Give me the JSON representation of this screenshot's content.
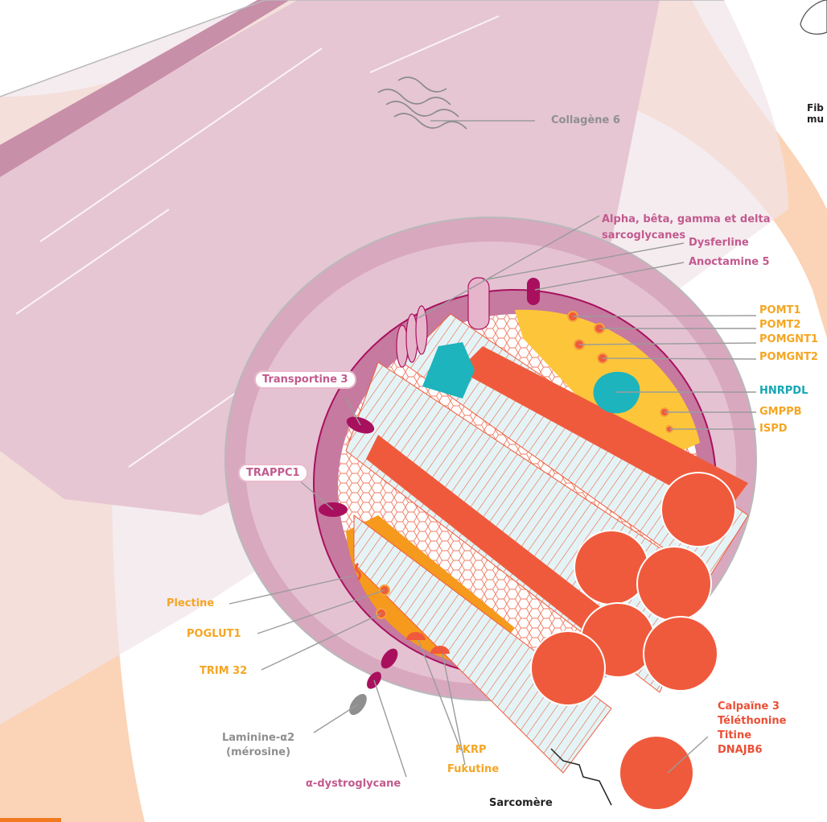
{
  "labels": {
    "collagene": "Collagène 6",
    "sarcoglycanes_1": "Alpha, bêta, gamma et delta",
    "sarcoglycanes_2": "sarcoglycanes",
    "dysferline": "Dysferline",
    "anoctamine": "Anoctamine 5",
    "pomt1": "POMT1",
    "pomt2": "POMT2",
    "pomgnt1": "POMGNT1",
    "pomgnt2": "POMGNT2",
    "hnrpdl": "HNRPDL",
    "gmppb": "GMPPB",
    "ispd": "ISPD",
    "transportine": "Transportine 3",
    "trappc1": "TRAPPC1",
    "plectine": "Plectine",
    "poglut1": "POGLUT1",
    "trim32": "TRIM 32",
    "laminine_1": "Laminine-α2",
    "laminine_2": "(mérosine)",
    "dystroglycane": "α-dystroglycane",
    "fkrp": "FKRP",
    "fukutine": "Fukutine",
    "sarcomere": "Sarcomère",
    "calpaine": "Calpaïne 3",
    "telethonine": "Téléthonine",
    "titine": "Titine",
    "dnajb6": "DNAJB6",
    "fibre_1": "Fib",
    "fibre_2": "mu"
  },
  "colors": {
    "background_blob": "#fbd3b6",
    "sheath": "#dcb3c5",
    "sheath_ring": "#c07c9f",
    "membrane_dark": "#a8105e",
    "orange_zone": "#f59a1d",
    "yellow_zone": "#fdc63a",
    "teal": "#1db4bd",
    "myofibril": "#f05a3c",
    "fibril_fill": "#dff1f4"
  },
  "icons": [
    "collagen-fiber-icon",
    "sarcoglycan-protein-icon",
    "dysferlin-channel-icon",
    "anoctamin-icon",
    "hnrpdl-blob-icon",
    "myofibril-cross-section-icon"
  ]
}
